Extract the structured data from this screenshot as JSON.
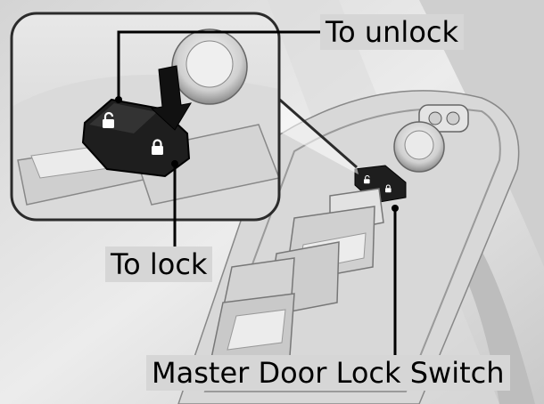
{
  "labels": {
    "unlock": "To unlock",
    "lock": "To lock",
    "master_switch": "Master Door Lock Switch"
  },
  "icons": {
    "unlock": "padlock-open-icon",
    "lock": "padlock-closed-icon",
    "press_arrow": "arrow-down-icon"
  },
  "colors": {
    "background": "#e6e6e6",
    "label_background": "#d6d6d6",
    "callout_line": "#000000",
    "switch": "#1e1e1e",
    "inset_border": "#2b2b2b"
  }
}
